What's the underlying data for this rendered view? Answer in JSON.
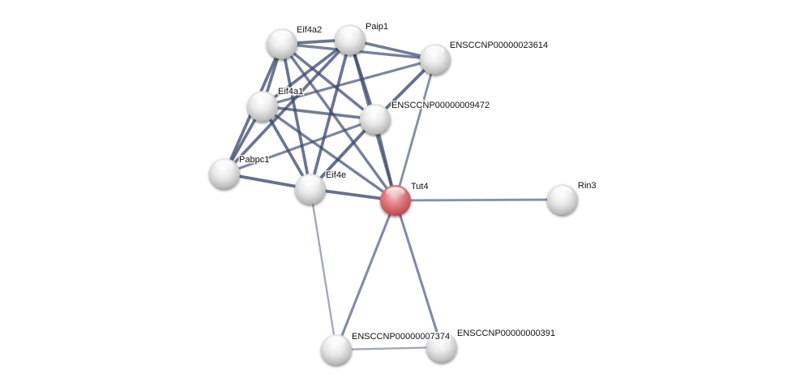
{
  "network": {
    "query_color": "#d9686e",
    "node_color": "#e4e4e4",
    "edge_color": "#3c4a6e",
    "nodes": [
      {
        "id": "Eif4a2",
        "label": "Eif4a2",
        "query": false
      },
      {
        "id": "Paip1",
        "label": "Paip1",
        "query": false
      },
      {
        "id": "ENSCCNP00000023614",
        "label": "ENSCCNP00000023614",
        "query": false
      },
      {
        "id": "Eif4a1",
        "label": "Eif4a1",
        "query": false
      },
      {
        "id": "ENSCCNP00000009472",
        "label": "ENSCCNP00000009472",
        "query": false
      },
      {
        "id": "Pabpc1",
        "label": "Pabpc1",
        "query": false
      },
      {
        "id": "Eif4e",
        "label": "Eif4e",
        "query": false
      },
      {
        "id": "Tut4",
        "label": "Tut4",
        "query": true
      },
      {
        "id": "Rin3",
        "label": "Rin3",
        "query": false
      },
      {
        "id": "ENSCCNP00000007374",
        "label": "ENSCCNP00000007374",
        "query": false
      },
      {
        "id": "ENSCCNP00000000391",
        "label": "ENSCCNP00000000391",
        "query": false
      }
    ],
    "edges": [
      {
        "source": "Eif4a2",
        "target": "Paip1",
        "score": 0.85
      },
      {
        "source": "Eif4a2",
        "target": "ENSCCNP00000023614",
        "score": 0.75
      },
      {
        "source": "Eif4a2",
        "target": "Eif4a1",
        "score": 0.85
      },
      {
        "source": "Eif4a2",
        "target": "ENSCCNP00000009472",
        "score": 0.8
      },
      {
        "source": "Eif4a2",
        "target": "Pabpc1",
        "score": 0.85
      },
      {
        "source": "Eif4a2",
        "target": "Eif4e",
        "score": 0.85
      },
      {
        "source": "Eif4a2",
        "target": "Tut4",
        "score": 0.75
      },
      {
        "source": "Paip1",
        "target": "ENSCCNP00000023614",
        "score": 0.8
      },
      {
        "source": "Paip1",
        "target": "Eif4a1",
        "score": 0.85
      },
      {
        "source": "Paip1",
        "target": "ENSCCNP00000009472",
        "score": 0.85
      },
      {
        "source": "Paip1",
        "target": "Pabpc1",
        "score": 0.85
      },
      {
        "source": "Paip1",
        "target": "Eif4e",
        "score": 0.85
      },
      {
        "source": "Paip1",
        "target": "Tut4",
        "score": 0.8
      },
      {
        "source": "ENSCCNP00000023614",
        "target": "Eif4a1",
        "score": 0.7
      },
      {
        "source": "ENSCCNP00000023614",
        "target": "ENSCCNP00000009472",
        "score": 0.9
      },
      {
        "source": "ENSCCNP00000023614",
        "target": "Tut4",
        "score": 0.6
      },
      {
        "source": "Eif4a1",
        "target": "ENSCCNP00000009472",
        "score": 0.8
      },
      {
        "source": "Eif4a1",
        "target": "Pabpc1",
        "score": 0.85
      },
      {
        "source": "Eif4a1",
        "target": "Eif4e",
        "score": 0.85
      },
      {
        "source": "Eif4a1",
        "target": "Tut4",
        "score": 0.75
      },
      {
        "source": "ENSCCNP00000009472",
        "target": "Pabpc1",
        "score": 0.7
      },
      {
        "source": "ENSCCNP00000009472",
        "target": "Eif4e",
        "score": 0.9
      },
      {
        "source": "ENSCCNP00000009472",
        "target": "Tut4",
        "score": 0.8
      },
      {
        "source": "Pabpc1",
        "target": "Eif4e",
        "score": 0.9
      },
      {
        "source": "Eif4e",
        "target": "Tut4",
        "score": 0.9
      },
      {
        "source": "Eif4e",
        "target": "ENSCCNP00000007374",
        "score": 0.4
      },
      {
        "source": "Tut4",
        "target": "Rin3",
        "score": 0.6
      },
      {
        "source": "Tut4",
        "target": "ENSCCNP00000007374",
        "score": 0.65
      },
      {
        "source": "Tut4",
        "target": "ENSCCNP00000000391",
        "score": 0.65
      },
      {
        "source": "ENSCCNP00000007374",
        "target": "ENSCCNP00000000391",
        "score": 0.4
      }
    ]
  }
}
